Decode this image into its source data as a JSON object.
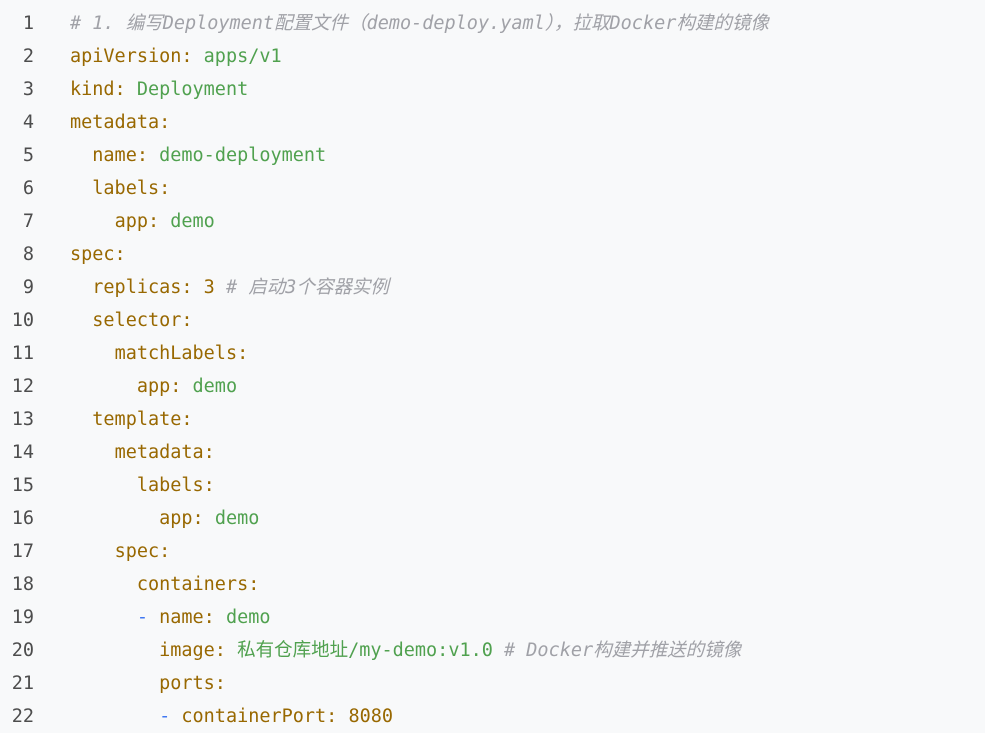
{
  "colors": {
    "background": "#f8f9fa",
    "line_number": "#4d4d4d",
    "key": "#986801",
    "string": "#50a14f",
    "number": "#986801",
    "dash": "#4078f2",
    "comment": "#a0a1a7"
  },
  "lines": [
    {
      "number": "1",
      "tokens": [
        {
          "t": "cmt",
          "v": "# 1. 编写Deployment配置文件（demo-deploy.yaml），拉取Docker构建的镜像"
        }
      ]
    },
    {
      "number": "2",
      "tokens": [
        {
          "t": "key",
          "v": "apiVersion:"
        },
        {
          "t": "plain",
          "v": " "
        },
        {
          "t": "str",
          "v": "apps/v1"
        }
      ]
    },
    {
      "number": "3",
      "tokens": [
        {
          "t": "key",
          "v": "kind:"
        },
        {
          "t": "plain",
          "v": " "
        },
        {
          "t": "str",
          "v": "Deployment"
        }
      ]
    },
    {
      "number": "4",
      "tokens": [
        {
          "t": "key",
          "v": "metadata:"
        }
      ]
    },
    {
      "number": "5",
      "tokens": [
        {
          "t": "plain",
          "v": "  "
        },
        {
          "t": "key",
          "v": "name:"
        },
        {
          "t": "plain",
          "v": " "
        },
        {
          "t": "str",
          "v": "demo-deployment"
        }
      ]
    },
    {
      "number": "6",
      "tokens": [
        {
          "t": "plain",
          "v": "  "
        },
        {
          "t": "key",
          "v": "labels:"
        }
      ]
    },
    {
      "number": "7",
      "tokens": [
        {
          "t": "plain",
          "v": "    "
        },
        {
          "t": "key",
          "v": "app:"
        },
        {
          "t": "plain",
          "v": " "
        },
        {
          "t": "str",
          "v": "demo"
        }
      ]
    },
    {
      "number": "8",
      "tokens": [
        {
          "t": "key",
          "v": "spec:"
        }
      ]
    },
    {
      "number": "9",
      "tokens": [
        {
          "t": "plain",
          "v": "  "
        },
        {
          "t": "key",
          "v": "replicas:"
        },
        {
          "t": "plain",
          "v": " "
        },
        {
          "t": "num",
          "v": "3"
        },
        {
          "t": "plain",
          "v": " "
        },
        {
          "t": "cmt",
          "v": "# 启动3个容器实例"
        }
      ]
    },
    {
      "number": "10",
      "tokens": [
        {
          "t": "plain",
          "v": "  "
        },
        {
          "t": "key",
          "v": "selector:"
        }
      ]
    },
    {
      "number": "11",
      "tokens": [
        {
          "t": "plain",
          "v": "    "
        },
        {
          "t": "key",
          "v": "matchLabels:"
        }
      ]
    },
    {
      "number": "12",
      "tokens": [
        {
          "t": "plain",
          "v": "      "
        },
        {
          "t": "key",
          "v": "app:"
        },
        {
          "t": "plain",
          "v": " "
        },
        {
          "t": "str",
          "v": "demo"
        }
      ]
    },
    {
      "number": "13",
      "tokens": [
        {
          "t": "plain",
          "v": "  "
        },
        {
          "t": "key",
          "v": "template:"
        }
      ]
    },
    {
      "number": "14",
      "tokens": [
        {
          "t": "plain",
          "v": "    "
        },
        {
          "t": "key",
          "v": "metadata:"
        }
      ]
    },
    {
      "number": "15",
      "tokens": [
        {
          "t": "plain",
          "v": "      "
        },
        {
          "t": "key",
          "v": "labels:"
        }
      ]
    },
    {
      "number": "16",
      "tokens": [
        {
          "t": "plain",
          "v": "        "
        },
        {
          "t": "key",
          "v": "app:"
        },
        {
          "t": "plain",
          "v": " "
        },
        {
          "t": "str",
          "v": "demo"
        }
      ]
    },
    {
      "number": "17",
      "tokens": [
        {
          "t": "plain",
          "v": "    "
        },
        {
          "t": "key",
          "v": "spec:"
        }
      ]
    },
    {
      "number": "18",
      "tokens": [
        {
          "t": "plain",
          "v": "      "
        },
        {
          "t": "key",
          "v": "containers:"
        }
      ]
    },
    {
      "number": "19",
      "tokens": [
        {
          "t": "plain",
          "v": "      "
        },
        {
          "t": "dash",
          "v": "-"
        },
        {
          "t": "plain",
          "v": " "
        },
        {
          "t": "key",
          "v": "name:"
        },
        {
          "t": "plain",
          "v": " "
        },
        {
          "t": "str",
          "v": "demo"
        }
      ]
    },
    {
      "number": "20",
      "tokens": [
        {
          "t": "plain",
          "v": "        "
        },
        {
          "t": "key",
          "v": "image:"
        },
        {
          "t": "plain",
          "v": " "
        },
        {
          "t": "str",
          "v": "私有仓库地址/my-demo:v1.0"
        },
        {
          "t": "plain",
          "v": " "
        },
        {
          "t": "cmt",
          "v": "# Docker构建并推送的镜像"
        }
      ]
    },
    {
      "number": "21",
      "tokens": [
        {
          "t": "plain",
          "v": "        "
        },
        {
          "t": "key",
          "v": "ports:"
        }
      ]
    },
    {
      "number": "22",
      "tokens": [
        {
          "t": "plain",
          "v": "        "
        },
        {
          "t": "dash",
          "v": "-"
        },
        {
          "t": "plain",
          "v": " "
        },
        {
          "t": "key",
          "v": "containerPort:"
        },
        {
          "t": "plain",
          "v": " "
        },
        {
          "t": "num",
          "v": "8080"
        }
      ]
    }
  ]
}
